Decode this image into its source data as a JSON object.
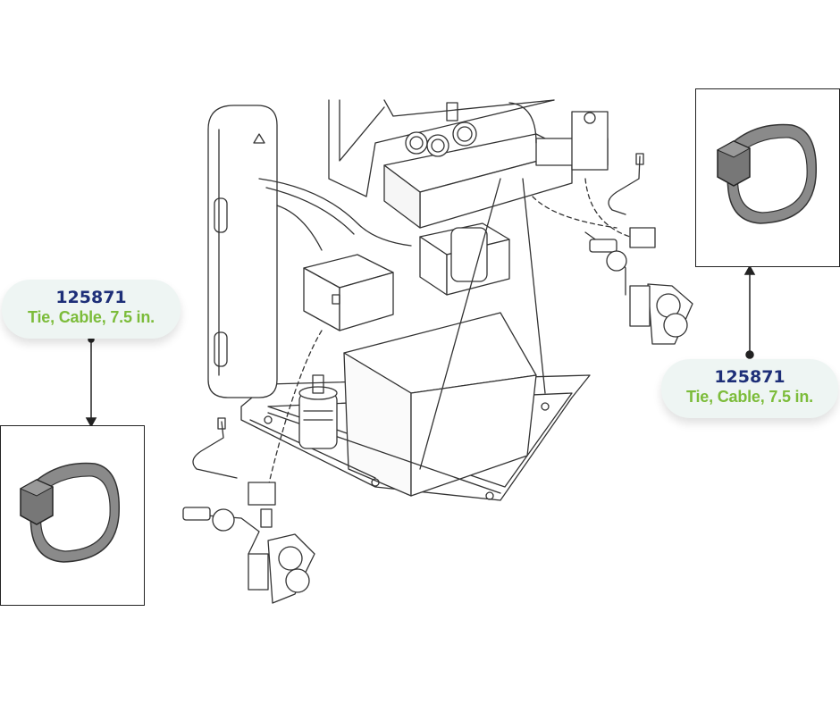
{
  "callouts": [
    {
      "part_number": "125871",
      "description": "Tie, Cable, 7.5 in."
    },
    {
      "part_number": "125871",
      "description": "Tie, Cable, 7.5 in."
    }
  ],
  "colors": {
    "part_number": "#1e2f78",
    "description": "#7cbc3a",
    "callout_bg": "#eef5f3",
    "line": "#222222"
  },
  "icons": [
    "cable-tie-icon",
    "dispense-machine-drawing",
    "hose-valve-assembly",
    "pressure-gauge-icon"
  ]
}
